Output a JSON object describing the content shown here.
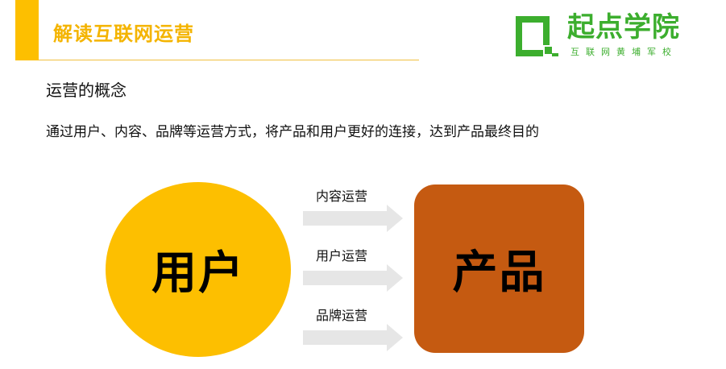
{
  "header": {
    "title": "解读互联网运营"
  },
  "logo": {
    "name": "起点学院",
    "tagline": "互联网黄埔军校",
    "brand_color": "#3cae2e"
  },
  "concept": {
    "title": "运营的概念",
    "description": "通过用户、内容、品牌等运营方式，将产品和用户更好的连接，达到产品最终目的"
  },
  "diagram": {
    "source_label": "用户",
    "target_label": "产品",
    "channels": [
      {
        "label": "内容运营"
      },
      {
        "label": "用户运营"
      },
      {
        "label": "品牌运营"
      }
    ]
  },
  "colors": {
    "accent": "#fdbf00",
    "title": "#f4b400",
    "product": "#c55a11",
    "arrow": "#e6e6e6"
  }
}
